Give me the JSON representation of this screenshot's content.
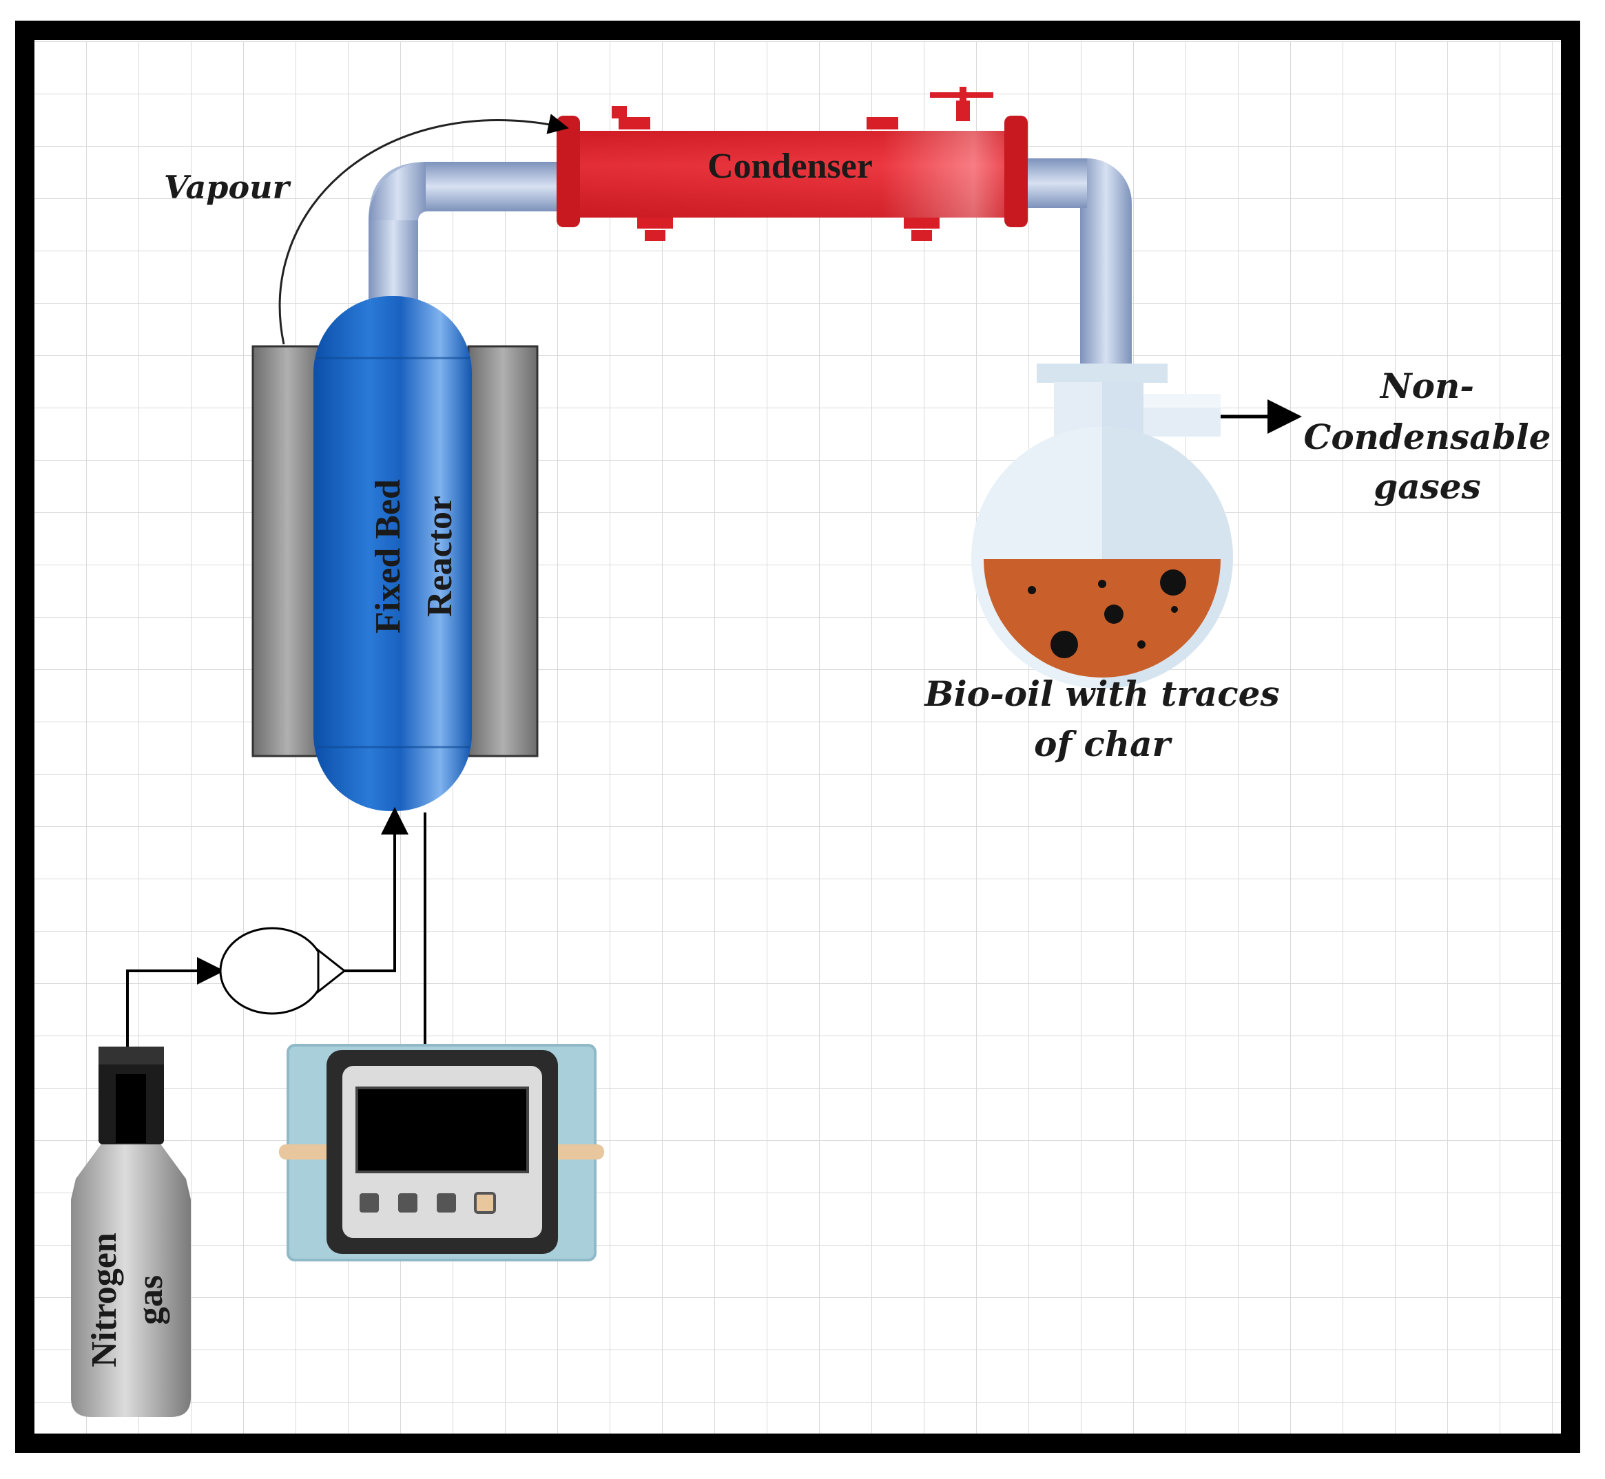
{
  "diagram": {
    "title": "",
    "labels": {
      "vapour": "Vapour",
      "condenser": "Condenser",
      "reactor_line1": "Fixed Bed",
      "reactor_line2": "Reactor",
      "non_condensable_line1": "Non-",
      "non_condensable_line2": "Condensable",
      "non_condensable_line3": "gases",
      "biooil_line1": "Bio-oil with traces",
      "biooil_line2": "of char",
      "nitrogen_line1": "Nitrogen",
      "nitrogen_line2": "gas"
    },
    "colors": {
      "frame": "#000000",
      "grid": "#d9d9d9",
      "condenser": "#e0242c",
      "reactor": "#1a62c0",
      "heater": "#8a8a8a",
      "pipe": "#9aaed0",
      "flask": "#e4edf5",
      "biooil": "#c9602c",
      "char": "#111111",
      "controller_body": "#a9cfdb",
      "controller_screen": "#000000",
      "cylinder": "#b8b8b8"
    },
    "icons": {
      "flowmeter": "rotameter-icon",
      "controller": "temperature-controller-icon",
      "cylinder": "gas-cylinder-icon",
      "flask": "round-bottom-flask-icon"
    }
  }
}
